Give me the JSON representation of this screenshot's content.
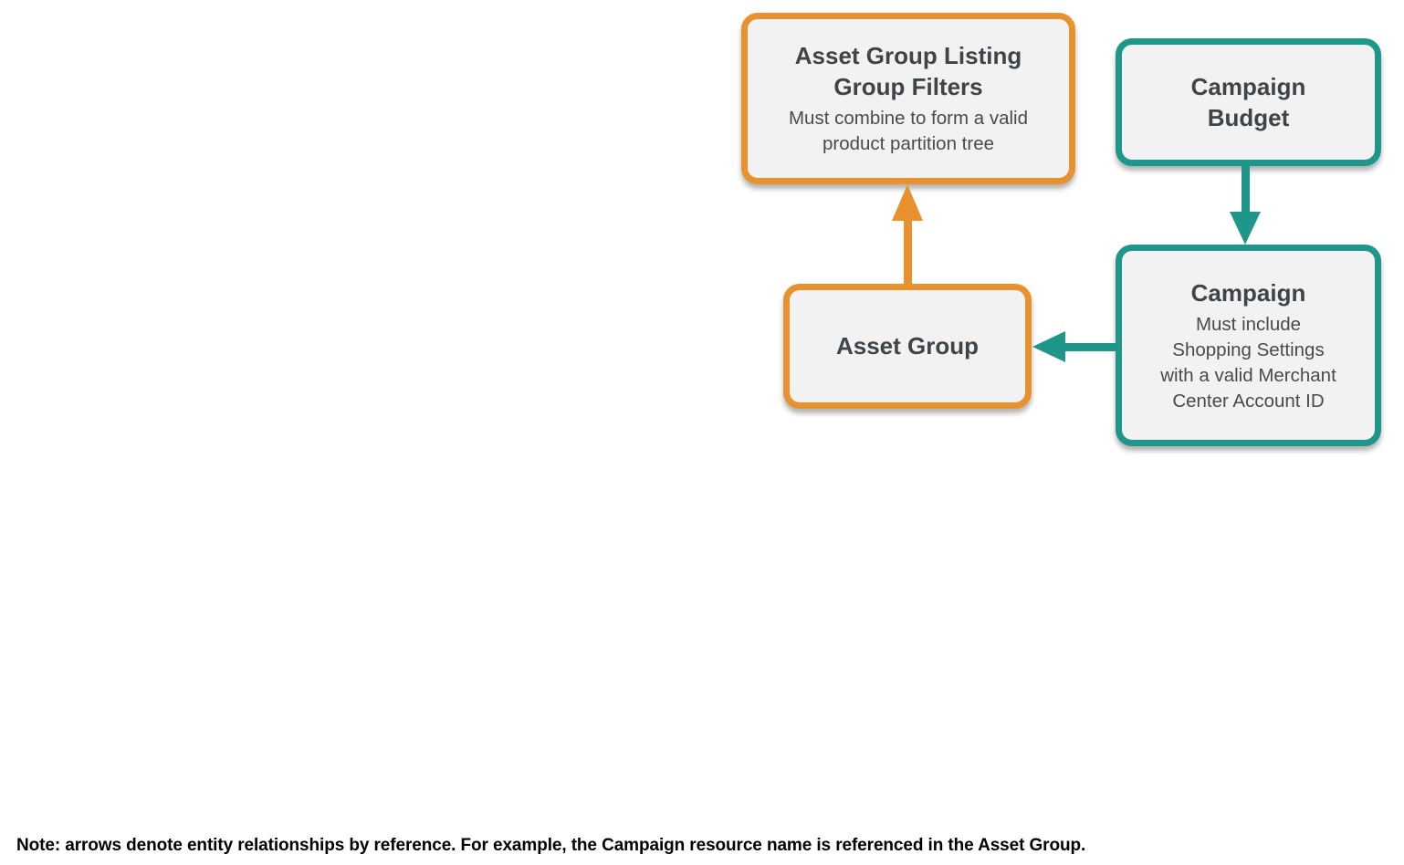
{
  "diagram": {
    "nodes": [
      {
        "id": "asset-group-listing-group-filters",
        "title": "Asset Group Listing\nGroup Filters",
        "subtitle": "Must combine to form a valid\nproduct partition tree",
        "accent": "orange"
      },
      {
        "id": "campaign-budget",
        "title": "Campaign\nBudget",
        "subtitle": "",
        "accent": "teal"
      },
      {
        "id": "asset-group",
        "title": "Asset Group",
        "subtitle": "",
        "accent": "orange"
      },
      {
        "id": "campaign",
        "title": "Campaign",
        "subtitle": "Must include\nShopping Settings\nwith a valid Merchant\nCenter Account ID",
        "accent": "teal"
      }
    ],
    "edges": [
      {
        "from": "asset-group",
        "to": "asset-group-listing-group-filters",
        "color": "orange",
        "direction": "up"
      },
      {
        "from": "campaign-budget",
        "to": "campaign",
        "color": "teal",
        "direction": "down"
      },
      {
        "from": "campaign",
        "to": "asset-group",
        "color": "teal",
        "direction": "left"
      }
    ]
  },
  "note": "Note: arrows denote entity relationships by reference. For example, the Campaign resource name is referenced in the Asset Group.",
  "colors": {
    "orange": "#E8922F",
    "teal": "#1E9689",
    "box-fill": "#F2F2F2",
    "title-text": "#3F4448",
    "subtitle-text": "#474B4F",
    "note-text": "#000000"
  }
}
